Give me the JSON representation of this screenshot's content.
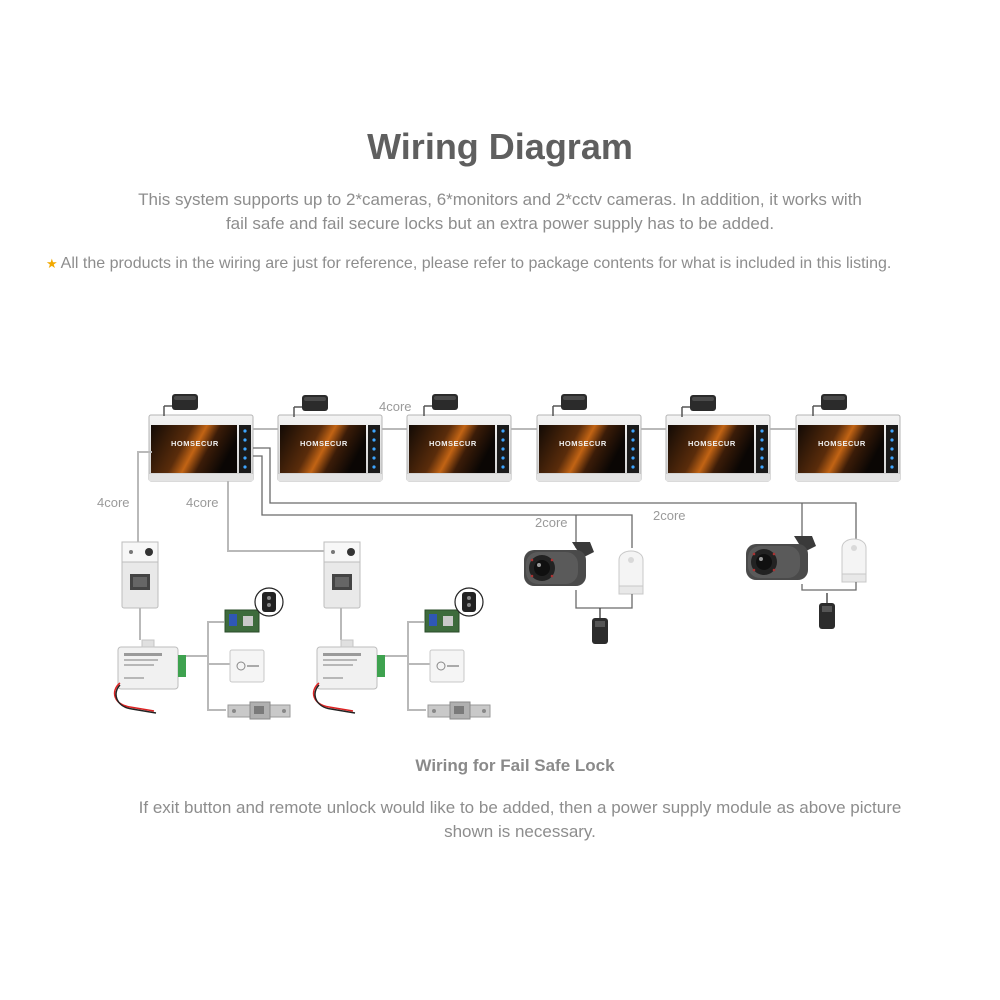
{
  "header": {
    "title": "Wiring Diagram",
    "intro_line1": "This system supports up to 2*cameras, 6*monitors and 2*cctv cameras. In addition, it works with",
    "intro_line2": "fail safe and fail secure locks but an extra power supply has to be added.",
    "note_icon": "star-icon",
    "note": "All the products in the wiring are just for reference, please refer to package contents for what is included in this listing."
  },
  "diagram": {
    "monitor_brand": "HOMSECUR",
    "labels": {
      "core4_top": "4core",
      "core4_left": "4core",
      "core4_mid": "4core",
      "core2_a": "2core",
      "core2_b": "2core"
    },
    "colors": {
      "accent_star": "#f2a900",
      "wire": "#b9b9b9",
      "title": "#5f5f5f"
    }
  },
  "caption": {
    "title": "Wiring for Fail Safe Lock",
    "line1": "If exit button and remote unlock would like to be added, then a power supply module as above picture",
    "line2": "shown is necessary."
  }
}
